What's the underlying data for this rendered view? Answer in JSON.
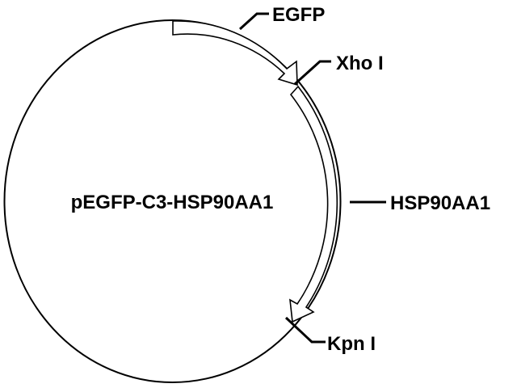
{
  "plasmid": {
    "name": "pEGFP-C3-HSP90AA1"
  },
  "features": {
    "egfp": {
      "label": "EGFP"
    },
    "hsp90aa1": {
      "label": "HSP90AA1"
    }
  },
  "sites": {
    "xhoi": {
      "label": "Xho I"
    },
    "kpni": {
      "label": "Kpn I"
    }
  }
}
